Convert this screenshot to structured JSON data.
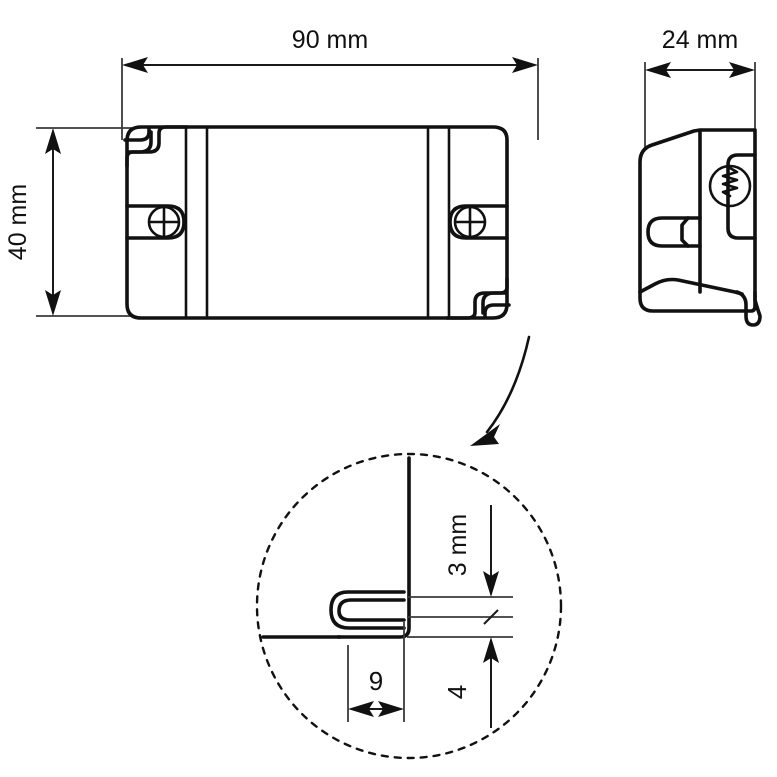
{
  "drawing": {
    "title": "LED driver housing dimensional drawing",
    "units": "mm",
    "line_color": "#111111",
    "background_color": "#ffffff"
  },
  "views": {
    "top": {
      "name": "top-view",
      "label": "Top view of LED driver housing with two mounting screw tabs"
    },
    "side": {
      "name": "side-view",
      "label": "Side view of LED driver housing"
    },
    "detail": {
      "name": "detail-view",
      "label": "Enlarged detail of mounting tab profile"
    }
  },
  "dimensions": {
    "length": {
      "value": "90 mm",
      "orientation": "horizontal",
      "name": "length-dimension"
    },
    "height": {
      "value": "40 mm",
      "orientation": "vertical",
      "name": "height-dimension"
    },
    "width": {
      "value": "24 mm",
      "orientation": "horizontal",
      "name": "width-dimension"
    },
    "tab_thickness": {
      "value": "3 mm",
      "orientation": "vertical",
      "name": "tab-thickness-dimension"
    },
    "tab_offset": {
      "value": "4",
      "orientation": "vertical",
      "name": "tab-offset-dimension"
    },
    "tab_width": {
      "value": "9",
      "orientation": "horizontal",
      "name": "tab-width-dimension"
    }
  }
}
